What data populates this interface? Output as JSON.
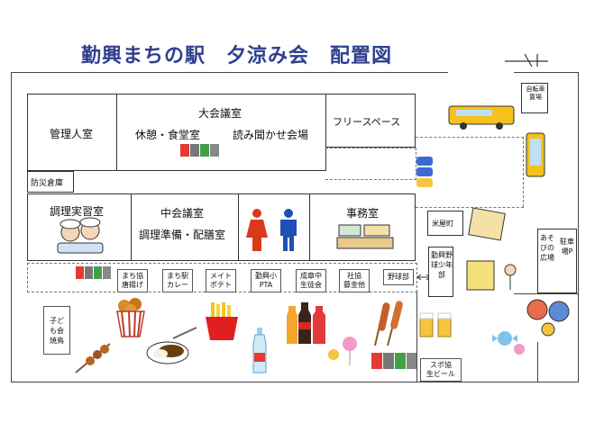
{
  "title": "勤興まちの駅　夕涼み会　配置図",
  "rooms": {
    "kanri": "管理人室",
    "daikaigi": "大会議室",
    "kyukei": "休憩・食堂室",
    "yomikikase": "読み聞かせ会場",
    "free": "フリースペース",
    "bosai": "防災倉庫",
    "chori": "調理実習室",
    "chukaigi": "中会議室",
    "chori_junbi": "調理準備・配膳室",
    "jimu": "事務室"
  },
  "outside": {
    "jitensha": "自転車置場",
    "yonemachi": "米屋町",
    "yakyu": "勤興野球少年部",
    "asobi": "あそびの広場",
    "chusha": "駐車場P"
  },
  "stalls": [
    {
      "line1": "まち協",
      "line2": "唐揚げ"
    },
    {
      "line1": "まち駅",
      "line2": "カレー"
    },
    {
      "line1": "メイト",
      "line2": "ポテト"
    },
    {
      "line1": "勤興小",
      "line2": "PTA"
    },
    {
      "line1": "成章中",
      "line2": "生徒会"
    },
    {
      "line1": "社協",
      "line2": "募金他"
    },
    {
      "line1": "野球部",
      "line2": ""
    }
  ],
  "kodomokai": "子ども会焼鳥",
  "spokyo": {
    "line1": "スポ協",
    "line2": "生ビール"
  },
  "colors": {
    "title": "#2f3f8f",
    "man": "#1e4fb5",
    "woman": "#d93a1d"
  }
}
